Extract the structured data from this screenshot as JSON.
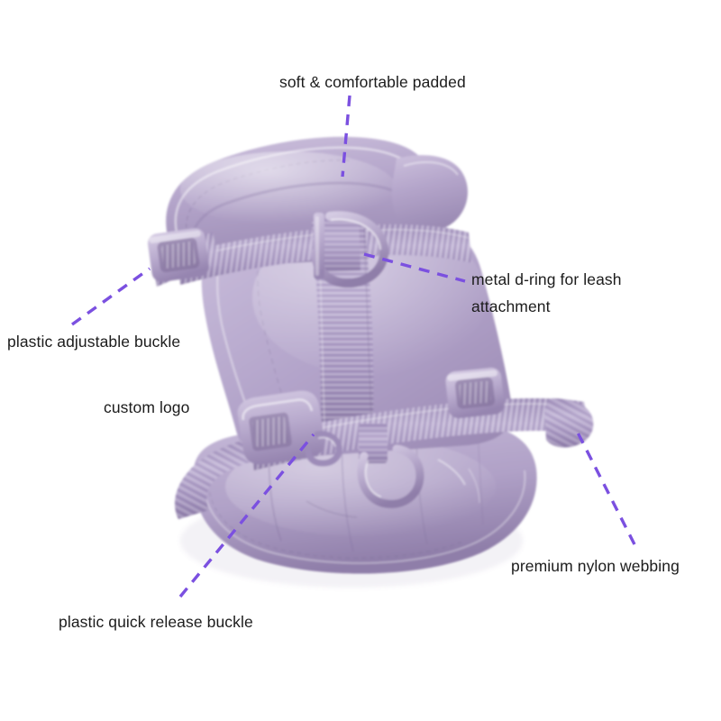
{
  "page": {
    "background_color": "#ffffff",
    "subject": "dog harness product photo with feature callouts",
    "product_color": "#b0a2c6",
    "accent_color": "#7b50e0",
    "text_color": "#1c1c1c"
  },
  "annotations": [
    {
      "id": "soft-padded",
      "label": "soft & comfortable padded",
      "position": "top-center",
      "leader_line": true
    },
    {
      "id": "metal-d-ring",
      "label_line1": "metal d-ring for leash",
      "label_line2": "attachment",
      "position": "right-upper",
      "leader_line": true
    },
    {
      "id": "adjustable-buckle",
      "label": "plastic adjustable buckle",
      "position": "left-upper",
      "leader_line": true
    },
    {
      "id": "custom-logo",
      "label": "custom logo",
      "position": "left-middle",
      "leader_line": false
    },
    {
      "id": "quick-release-buckle",
      "label": "plastic quick release buckle",
      "position": "bottom-left",
      "leader_line": true
    },
    {
      "id": "nylon-webbing",
      "label": "premium nylon webbing",
      "position": "bottom-right",
      "leader_line": true
    }
  ]
}
